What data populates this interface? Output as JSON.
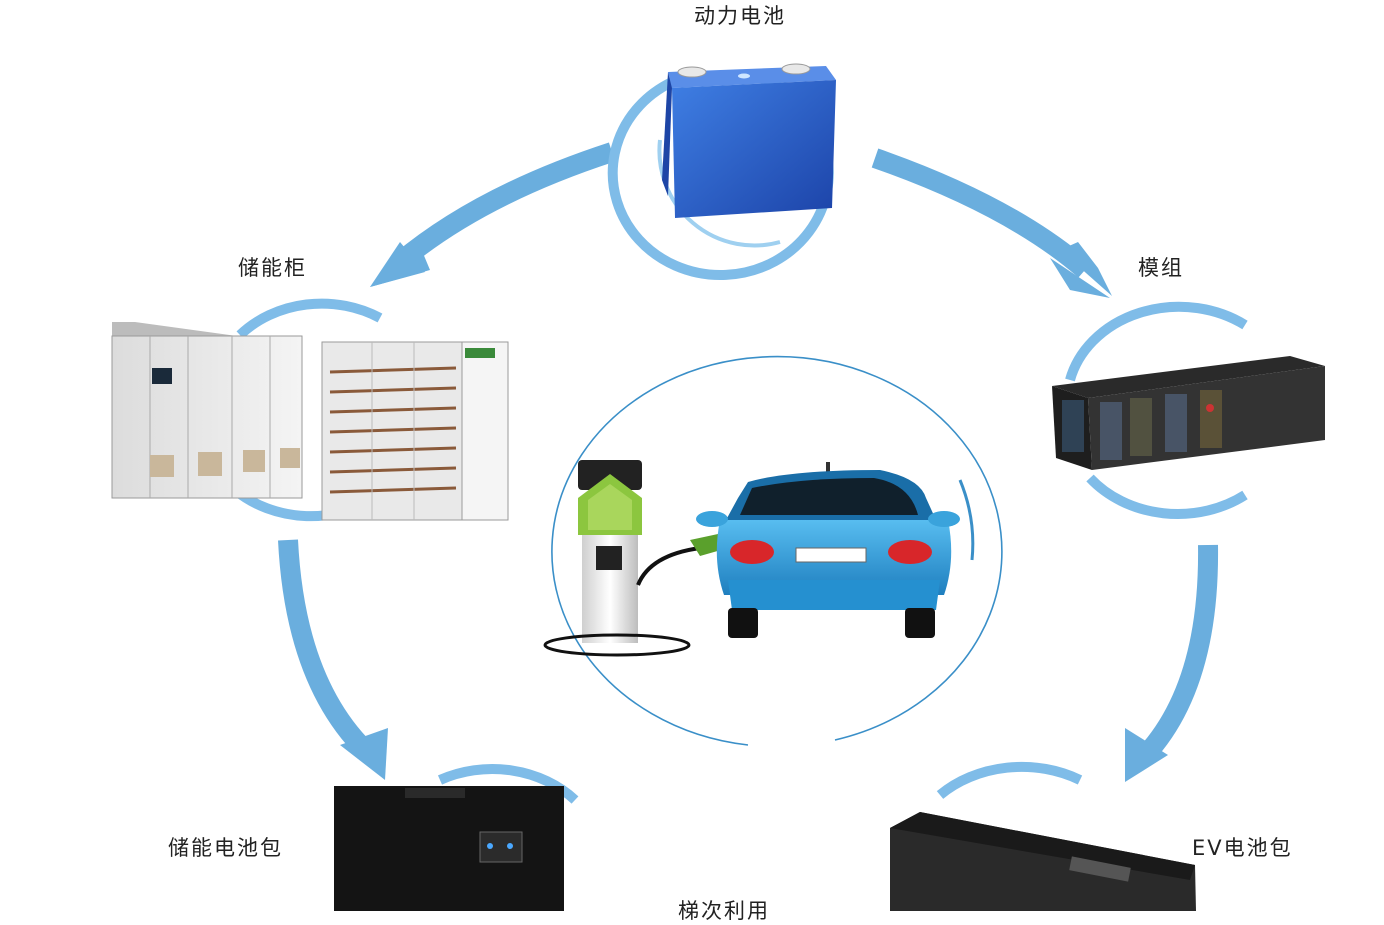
{
  "diagram": {
    "nodes": {
      "power_battery": {
        "label": "动力电池"
      },
      "energy_cabinet": {
        "label": "储能柜"
      },
      "module": {
        "label": "模组"
      },
      "storage_pack": {
        "label": "储能电池包"
      },
      "ev_pack": {
        "label": "EV电池包"
      }
    },
    "center": {
      "label": "梯次利用"
    },
    "colors": {
      "arrow": "#6aaede",
      "ring": "#7fbce8",
      "battery_blue": "#2b5fc9",
      "car_body": "#3aa3dc",
      "charger_green": "#8cc63f"
    }
  }
}
